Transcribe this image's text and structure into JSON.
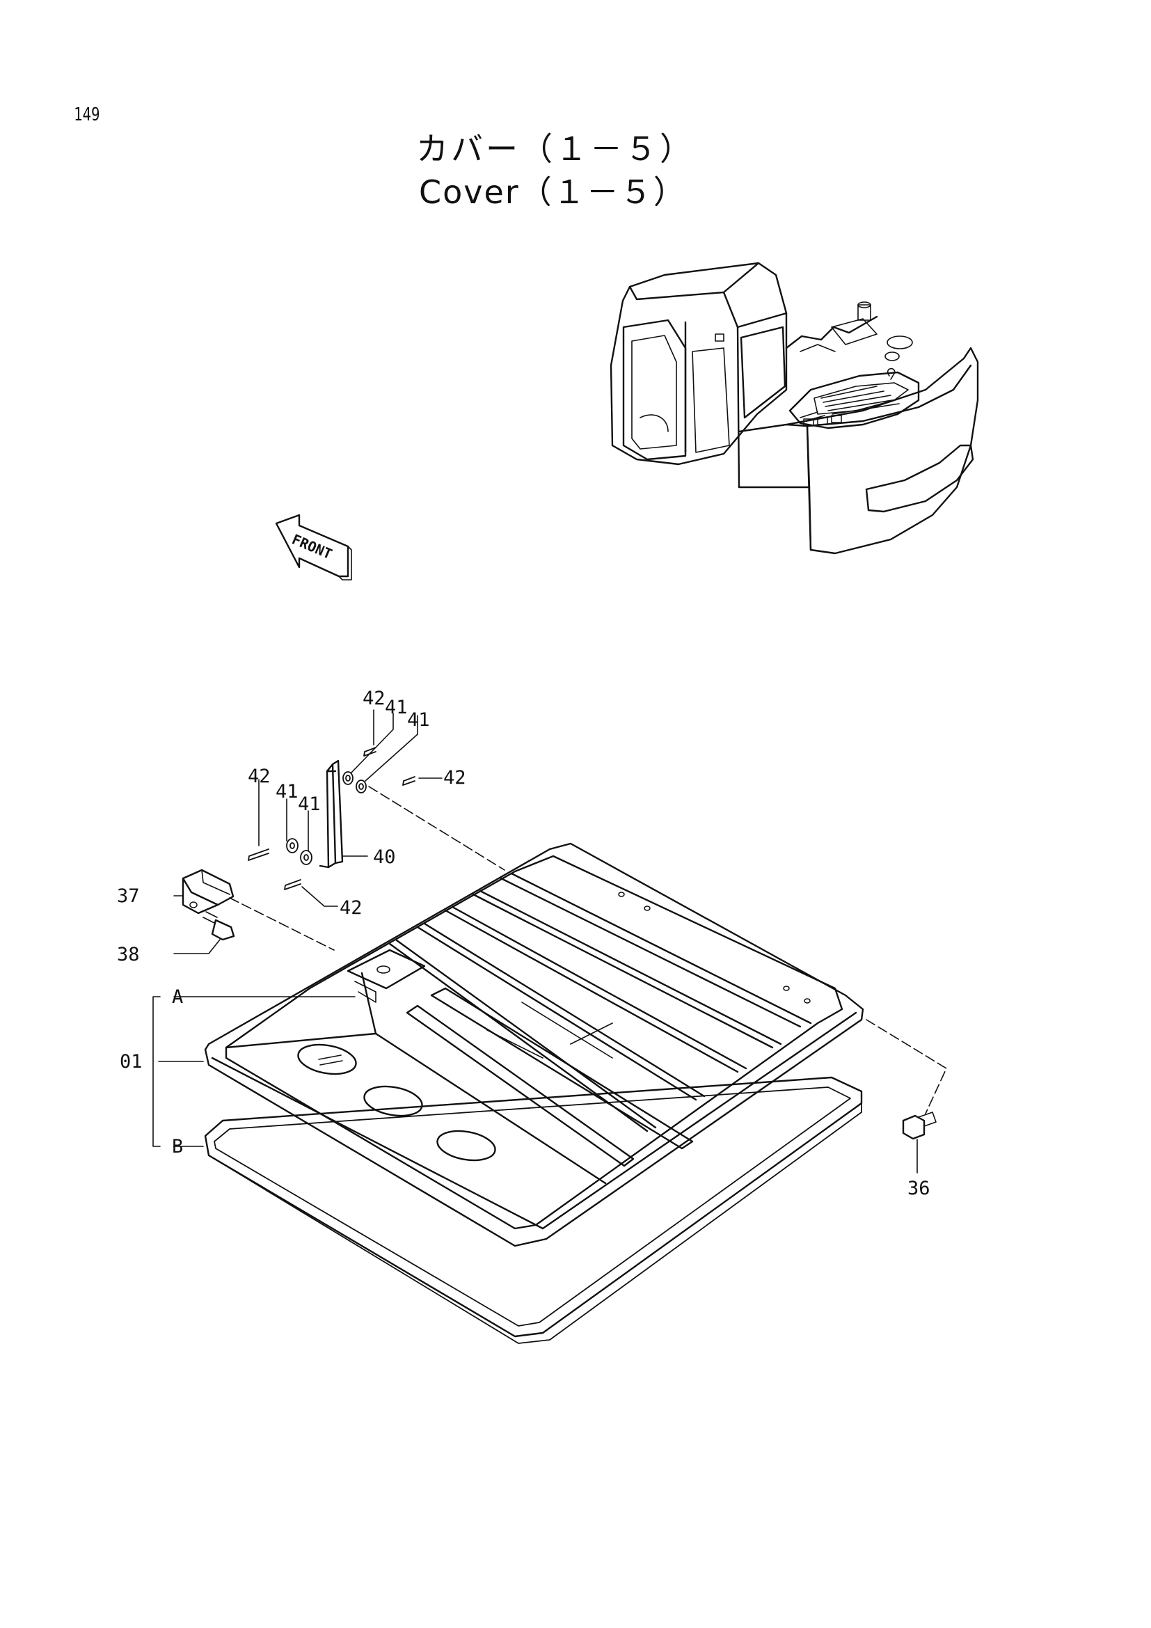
{
  "page": {
    "number": "149"
  },
  "title": {
    "japanese": "カバー（１－５）",
    "english": "Cover（１－５）"
  },
  "front_arrow": {
    "label": "FRONT"
  },
  "callouts": {
    "p42a": "42",
    "p41a": "41",
    "p41b": "41",
    "p42b": "42",
    "p42c": "42",
    "p41c": "41",
    "p41d": "41",
    "p40": "40",
    "p42d": "42",
    "p37": "37",
    "p38": "38",
    "pA": "A",
    "p01": "01",
    "pB": "B",
    "p36": "36"
  }
}
